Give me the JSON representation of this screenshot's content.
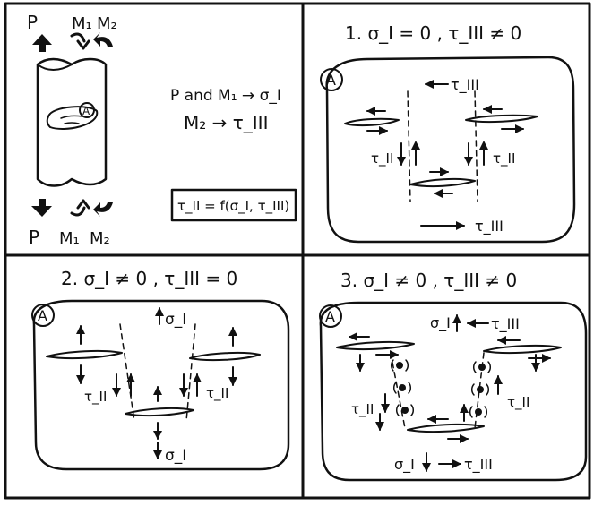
{
  "panel_overview": {
    "top_load_labels": [
      "P",
      "M₁",
      "M₂"
    ],
    "bottom_load_labels": [
      "P",
      "M₁",
      "M₂"
    ],
    "region_label": "A",
    "relation_1": "P and M₁ → σ_I",
    "relation_2": "M₂ → τ_III",
    "boxed_formula": "τ_II = f(σ_I, τ_III)"
  },
  "panel_1": {
    "title": "1.  σ_I = 0 ,  τ_III ≠ 0",
    "region_label": "A",
    "labels": [
      "τ_III",
      "τ_II",
      "τ_II",
      "τ_III"
    ]
  },
  "panel_2": {
    "title": "2.  σ_I ≠ 0 ,  τ_III = 0",
    "region_label": "A",
    "labels": [
      "σ_I",
      "τ_II",
      "τ_II",
      "σ_I"
    ]
  },
  "panel_3": {
    "title": "3.  σ_I ≠ 0 ,  τ_III ≠ 0",
    "region_label": "A",
    "labels": [
      "σ_I",
      "τ_III",
      "τ_II",
      "τ_II",
      "σ_I",
      "τ_III"
    ]
  }
}
